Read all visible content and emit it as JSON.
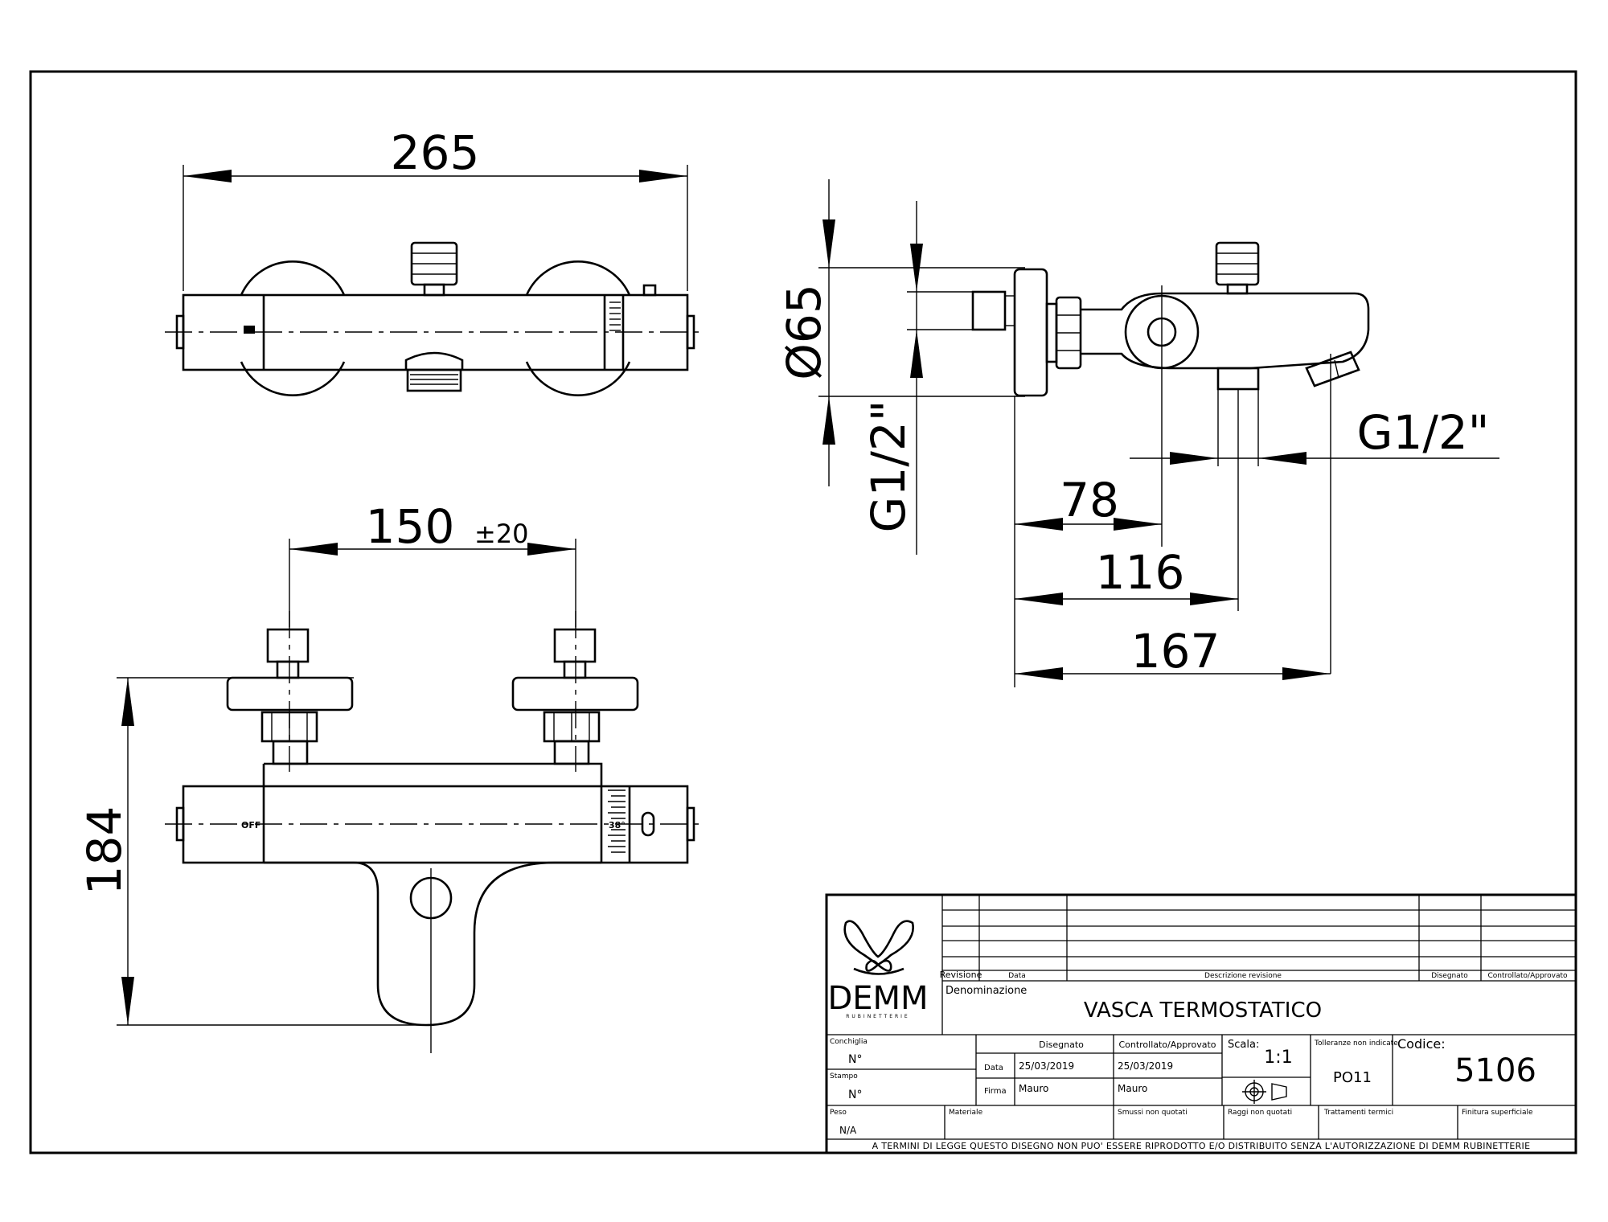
{
  "dimensions": {
    "width_top": "265",
    "spacing": "150",
    "spacing_tol": "±20",
    "height_front": "184",
    "diameter": "Ø65",
    "inlet_thread": "G1/2\"",
    "outlet_thread": "G1/2\"",
    "depth_78": "78",
    "depth_116": "116",
    "depth_167": "167"
  },
  "valve_marks": {
    "off": "OFF",
    "thirty_eight": "38°"
  },
  "title_block": {
    "brand": "DEMM",
    "brand_sub": "RUBINETTERIE",
    "rev_headers": {
      "revisione": "Revisione",
      "data": "Data",
      "descrizione": "Descrizione revisione",
      "disegnato": "Disegnato",
      "controllato": "Controllato/Approvato"
    },
    "denominazione_label": "Denominazione",
    "denominazione": "VASCA TERMOSTATICO",
    "conchiglia_label": "Conchiglia",
    "conchiglia_value": "N°",
    "stampo_label": "Stampo",
    "stampo_value": "N°",
    "disegnato_label": "Disegnato",
    "controllato_label": "Controllato/Approvato",
    "data_label": "Data",
    "firma_label": "Firma",
    "date_drawn": "25/03/2019",
    "date_checked": "25/03/2019",
    "drawn_by": "Mauro",
    "checked_by": "Mauro",
    "scala_label": "Scala:",
    "scala_value": "1:1",
    "tolleranze_label": "Tolleranze non indicate",
    "tolleranze_value": "PO11",
    "codice_label": "Codice:",
    "codice_value": "5106",
    "peso_label": "Peso",
    "peso_value": "N/A",
    "materiale_label": "Materiale",
    "smussi_label": "Smussi non quotati",
    "raggi_label": "Raggi non quotati",
    "trattamenti_label": "Trattamenti termici",
    "finitura_label": "Finitura superficiale",
    "legal": "A TERMINI DI LEGGE QUESTO DISEGNO NON PUO' ESSERE RIPRODOTTO E/O DISTRIBUITO SENZA L'AUTORIZZAZIONE DI DEMM RUBINETTERIE"
  }
}
